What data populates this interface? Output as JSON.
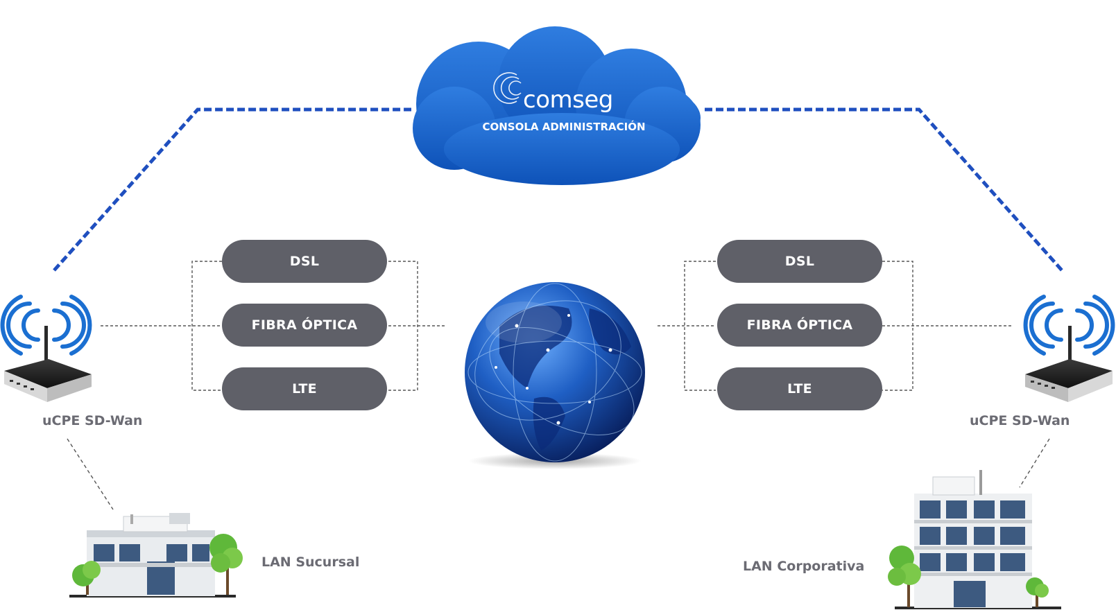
{
  "cloud": {
    "brand": "comseg",
    "subtitle": "CONSOLA ADMINISTRACIÓN"
  },
  "left_links": [
    "DSL",
    "FIBRA ÓPTICA",
    "LTE"
  ],
  "right_links": [
    "DSL",
    "FIBRA ÓPTICA",
    "LTE"
  ],
  "left_device": {
    "label": "uCPE SD-Wan"
  },
  "right_device": {
    "label": "uCPE SD-Wan"
  },
  "left_site": {
    "label": "LAN Sucursal"
  },
  "right_site": {
    "label": "LAN Corporativa"
  },
  "colors": {
    "dashed_link": "#1f4fbf",
    "pill": "#5f6068",
    "label": "#6b6b73",
    "cloud": "#1a64cf",
    "wifi": "#1b6fd1"
  },
  "icons": [
    "cloud-icon",
    "globe-icon",
    "router-icon",
    "wifi-signal-icon",
    "office-building-icon",
    "tree-icon"
  ]
}
